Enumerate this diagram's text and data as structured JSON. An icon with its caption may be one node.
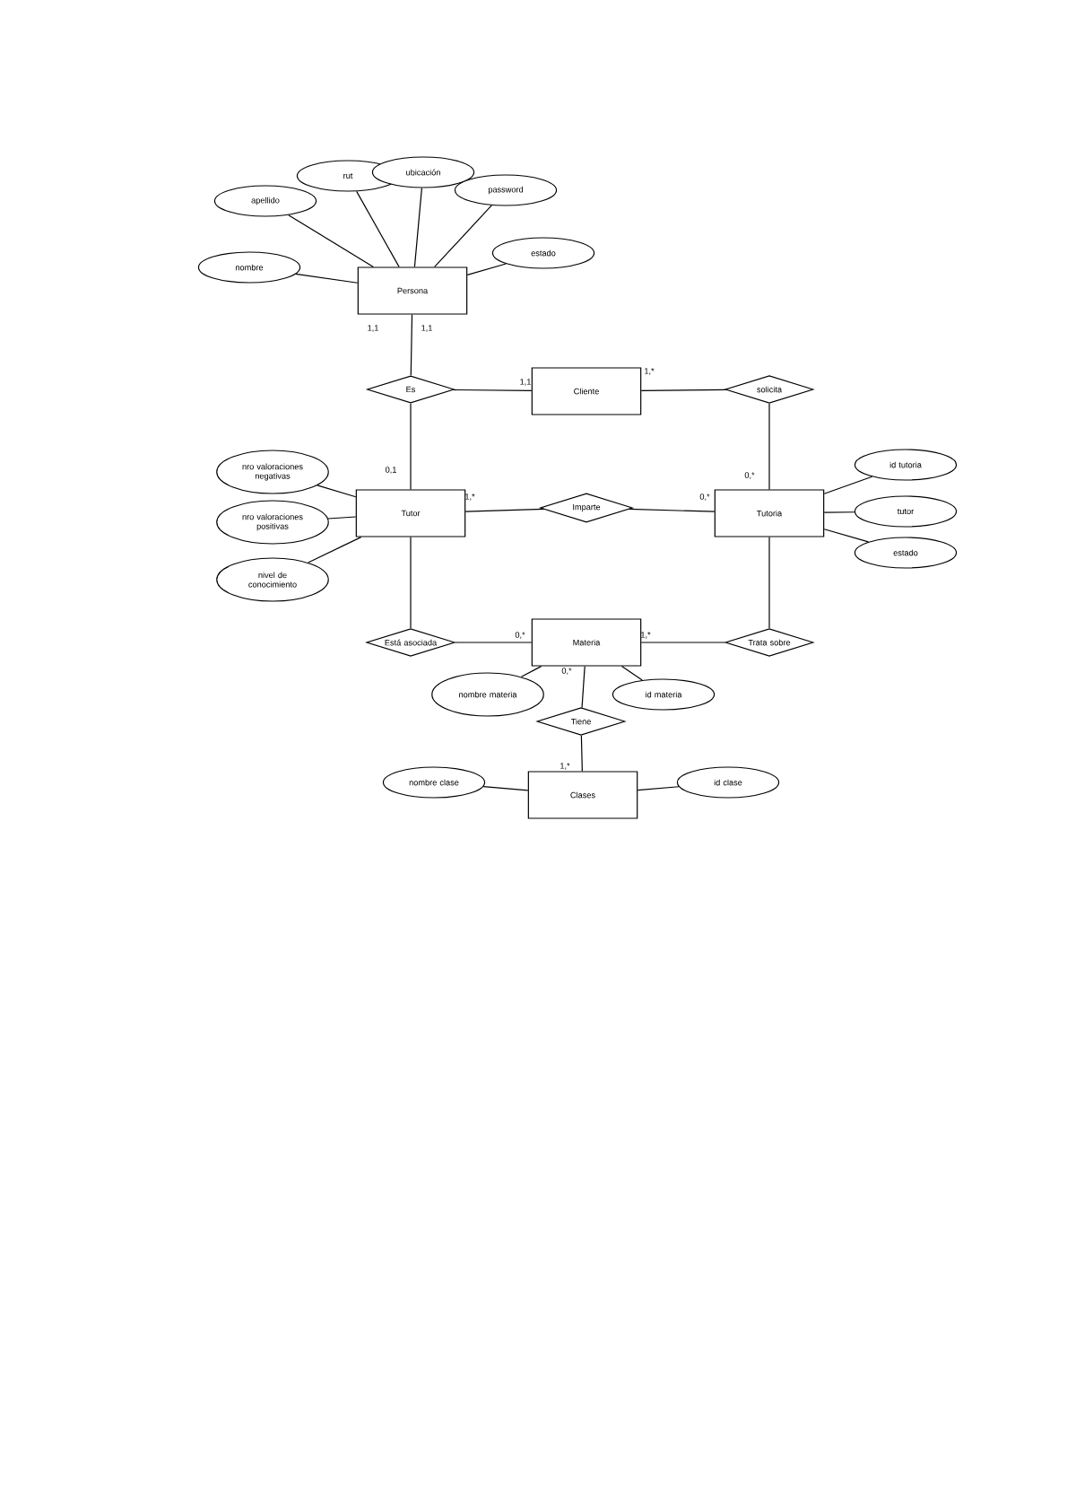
{
  "diagram": {
    "nodes": [
      {
        "text": [
          "Persona"
        ]
      },
      {
        "text": [
          "nombre"
        ]
      },
      {
        "text": [
          "apellido"
        ]
      },
      {
        "text": [
          "rut"
        ]
      },
      {
        "text": [
          "ubicación"
        ]
      },
      {
        "text": [
          "password"
        ]
      },
      {
        "text": [
          "estado"
        ]
      },
      {
        "text": [
          "Es"
        ]
      },
      {
        "text": [
          "Cliente"
        ]
      },
      {
        "text": [
          "solicita"
        ]
      },
      {
        "text": [
          "Tutor"
        ]
      },
      {
        "text": [
          "nro valoraciones negativas"
        ]
      },
      {
        "text": [
          "nro valoraciones positivas"
        ]
      },
      {
        "text": [
          "nivel de conocimiento"
        ]
      },
      {
        "text": [
          "Imparte"
        ]
      },
      {
        "text": [
          "Tutoria"
        ]
      },
      {
        "text": [
          "id tutoria"
        ]
      },
      {
        "text": [
          "tutor"
        ]
      },
      {
        "text": [
          "estado"
        ]
      },
      {
        "text": [
          "Está asociada"
        ]
      },
      {
        "text": [
          "Materia"
        ]
      },
      {
        "text": [
          "Trata sobre"
        ]
      },
      {
        "text": [
          "nombre materia"
        ]
      },
      {
        "text": [
          "id materia"
        ]
      },
      {
        "text": [
          "Tiene"
        ]
      },
      {
        "text": [
          "Clases"
        ]
      },
      {
        "text": [
          "nombre clase"
        ]
      },
      {
        "text": [
          "id clase"
        ]
      }
    ],
    "edges": [
      {
        "from": 1,
        "to": 0,
        "arrow": "none"
      },
      {
        "from": 2,
        "to": 0,
        "arrow": "none"
      },
      {
        "from": 3,
        "to": 0,
        "arrow": "none"
      },
      {
        "from": 4,
        "to": 0,
        "arrow": "none"
      },
      {
        "from": 5,
        "to": 0,
        "arrow": "none"
      },
      {
        "from": 6,
        "to": 0,
        "arrow": "none"
      },
      {
        "from": 0,
        "to": 7,
        "arrow": "none"
      },
      {
        "from": 7,
        "to": 10,
        "arrow": "none"
      },
      {
        "from": 7,
        "to": 8,
        "arrow": "none"
      },
      {
        "from": 8,
        "to": 9,
        "arrow": "none"
      },
      {
        "from": 9,
        "to": 15,
        "arrow": "none"
      },
      {
        "from": 11,
        "to": 10,
        "arrow": "none"
      },
      {
        "from": 12,
        "to": 10,
        "arrow": "none"
      },
      {
        "from": 13,
        "to": 10,
        "arrow": "none"
      },
      {
        "from": 10,
        "to": 14,
        "arrow": "none"
      },
      {
        "from": 14,
        "to": 15,
        "arrow": "none"
      },
      {
        "from": 16,
        "to": 15,
        "arrow": "none"
      },
      {
        "from": 17,
        "to": 15,
        "arrow": "none"
      },
      {
        "from": 18,
        "to": 15,
        "arrow": "none"
      },
      {
        "from": 10,
        "to": 19,
        "arrow": "none"
      },
      {
        "from": 19,
        "to": 20,
        "arrow": "none"
      },
      {
        "from": 15,
        "to": 21,
        "arrow": "none"
      },
      {
        "from": 21,
        "to": 20,
        "arrow": "none"
      },
      {
        "from": 22,
        "to": 20,
        "arrow": "none"
      },
      {
        "from": 23,
        "to": 20,
        "arrow": "none"
      },
      {
        "from": 20,
        "to": 24,
        "arrow": "none"
      },
      {
        "from": 24,
        "to": 25,
        "arrow": "none"
      },
      {
        "from": 26,
        "to": 25,
        "arrow": "none"
      },
      {
        "from": 27,
        "to": 25,
        "arrow": "none"
      }
    ],
    "labels": [
      "1,1",
      "1,1",
      "0,1",
      "1,1",
      "1,*",
      "0,*",
      "1,*",
      "0,*",
      "0,*",
      "1,*",
      "0,*",
      "1,*"
    ]
  }
}
